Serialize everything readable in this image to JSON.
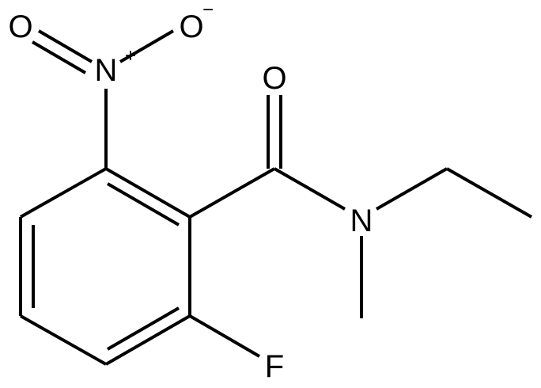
{
  "molecule": {
    "atoms": {
      "oxygen_nitro_left": "O",
      "oxygen_nitro_right": "O",
      "oxygen_nitro_right_charge": "−",
      "nitrogen_nitro": "N",
      "nitrogen_nitro_charge": "+",
      "oxygen_carbonyl": "O",
      "nitrogen_amide": "N",
      "fluorine": "F"
    }
  }
}
